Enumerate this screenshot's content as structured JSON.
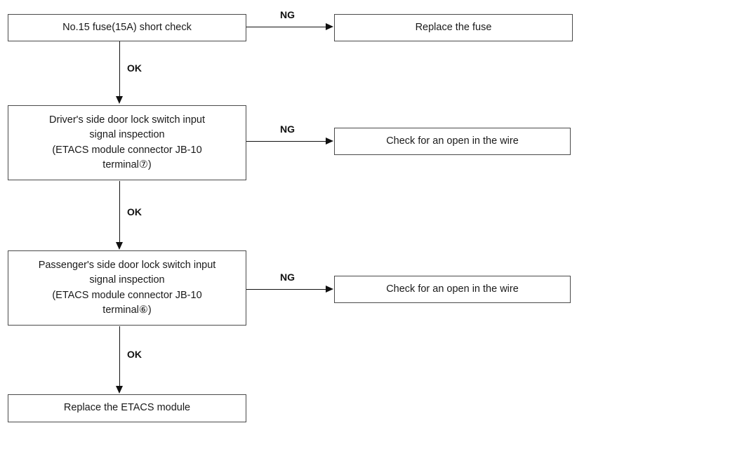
{
  "diagram": {
    "type": "flowchart",
    "orientation": "top-to-bottom-with-side-branches",
    "nodes": {
      "fuse_check": {
        "lines": [
          "No.15 fuse(15A) short check"
        ]
      },
      "replace_fuse": {
        "lines": [
          "Replace the fuse"
        ]
      },
      "driver_check": {
        "lines": [
          "Driver's side door lock switch input",
          "signal inspection",
          "(ETACS module connector JB-10",
          "terminal⑦)"
        ]
      },
      "open_wire_1": {
        "lines": [
          "Check for an open in the wire"
        ]
      },
      "passenger_check": {
        "lines": [
          "Passenger's side door lock switch input",
          "signal inspection",
          "(ETACS module connector JB-10",
          "terminal⑥)"
        ]
      },
      "open_wire_2": {
        "lines": [
          "Check for an open in the wire"
        ]
      },
      "replace_etacs": {
        "lines": [
          "Replace the ETACS module"
        ]
      }
    },
    "edges": {
      "ok_1": {
        "label": "OK"
      },
      "ok_2": {
        "label": "OK"
      },
      "ok_3": {
        "label": "OK"
      },
      "ng_1": {
        "label": "NG"
      },
      "ng_2": {
        "label": "NG"
      },
      "ng_3": {
        "label": "NG"
      }
    },
    "colors": {
      "box_border": "#4a4a4a",
      "connector": "#111111",
      "text": "#1a1a1a",
      "background": "#ffffff"
    }
  }
}
